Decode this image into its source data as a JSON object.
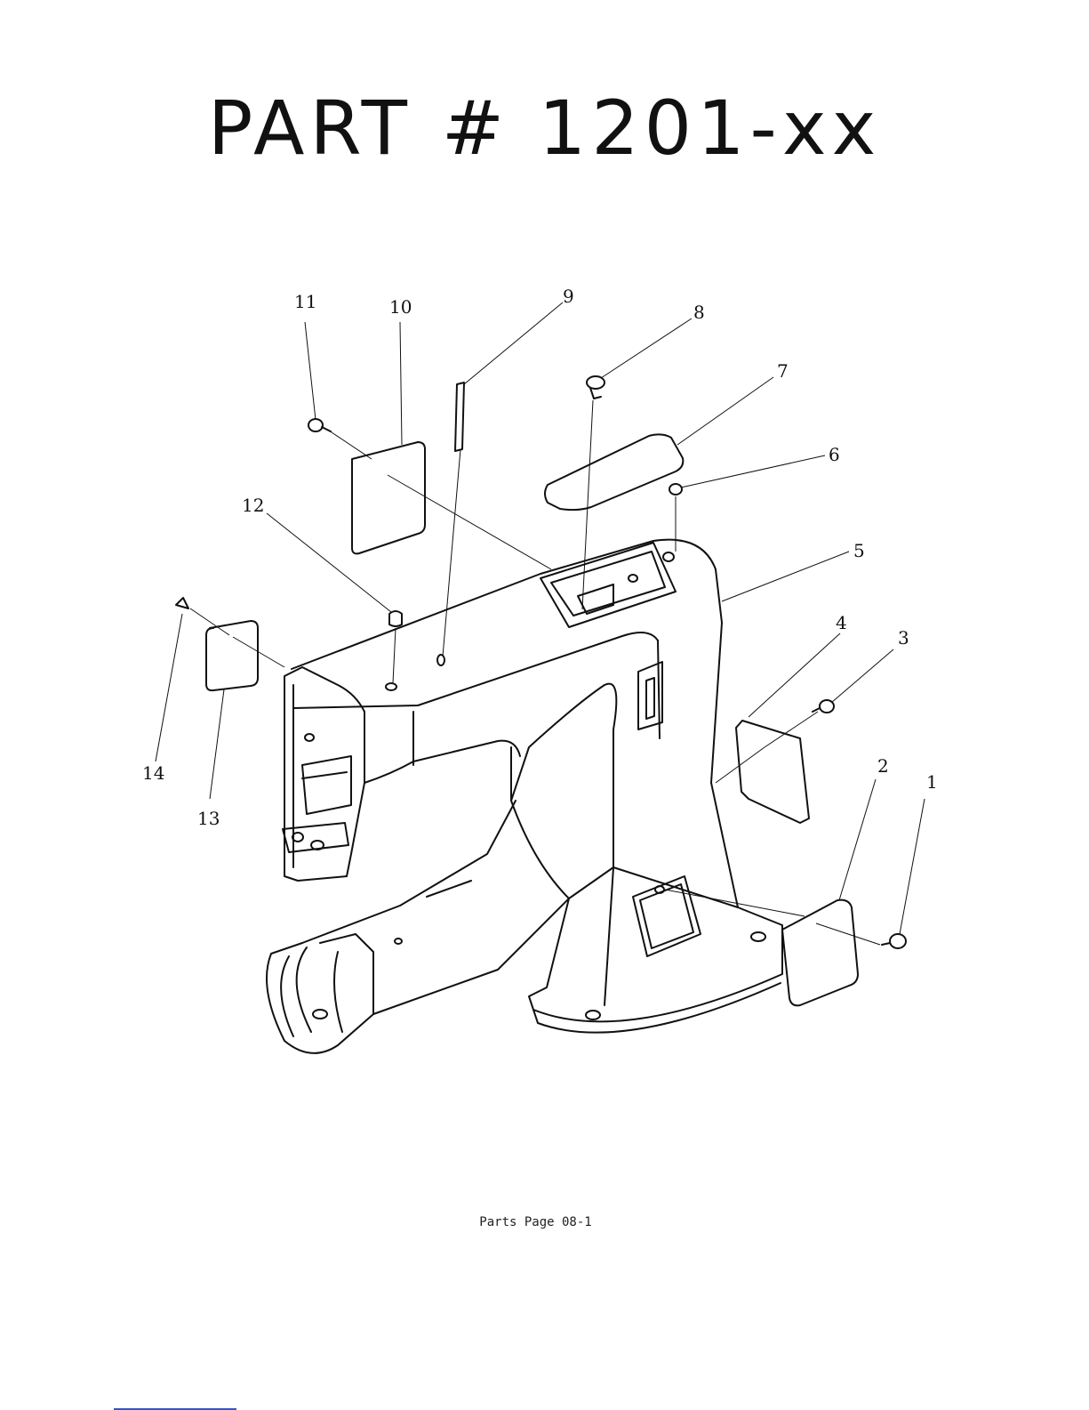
{
  "title": "PART # 1201-xx",
  "footer": "Parts Page 08-1",
  "callouts": [
    {
      "id": "1",
      "label": "1"
    },
    {
      "id": "2",
      "label": "2"
    },
    {
      "id": "3",
      "label": "3"
    },
    {
      "id": "4",
      "label": "4"
    },
    {
      "id": "5",
      "label": "5"
    },
    {
      "id": "6",
      "label": "6"
    },
    {
      "id": "7",
      "label": "7"
    },
    {
      "id": "8",
      "label": "8"
    },
    {
      "id": "9",
      "label": "9"
    },
    {
      "id": "10",
      "label": "10"
    },
    {
      "id": "11",
      "label": "11"
    },
    {
      "id": "12",
      "label": "12"
    },
    {
      "id": "13",
      "label": "13"
    },
    {
      "id": "14",
      "label": "14"
    }
  ]
}
